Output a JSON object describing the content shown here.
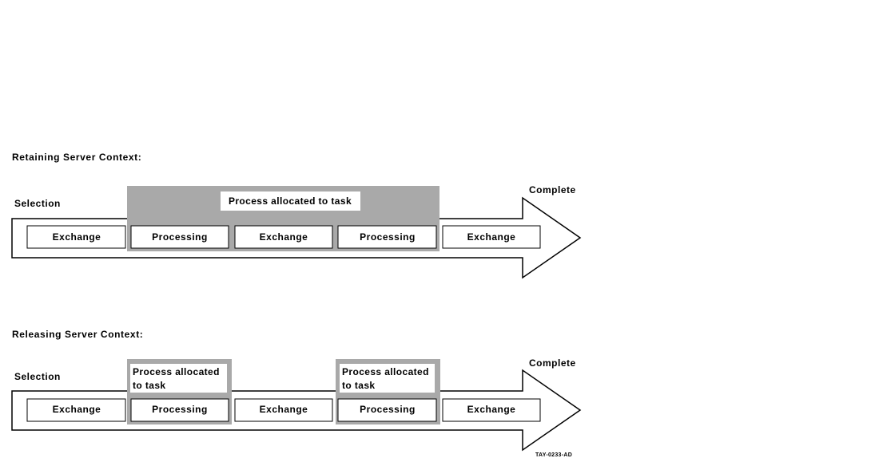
{
  "colors": {
    "shade": "#a9a9a9",
    "stroke": "#000000",
    "fill": "#ffffff"
  },
  "retaining": {
    "title": "Retaining Server Context:",
    "start_label": "Selection",
    "end_label": "Complete",
    "allocated_label": "Process allocated to task",
    "steps": [
      "Exchange",
      "Processing",
      "Exchange",
      "Processing",
      "Exchange"
    ]
  },
  "releasing": {
    "title": "Releasing Server Context:",
    "start_label": "Selection",
    "end_label": "Complete",
    "allocated_label_line1": "Process allocated",
    "allocated_label_line2": "to task",
    "steps": [
      "Exchange",
      "Processing",
      "Exchange",
      "Processing",
      "Exchange"
    ]
  },
  "figure_tag": "TAY-0233-AD"
}
